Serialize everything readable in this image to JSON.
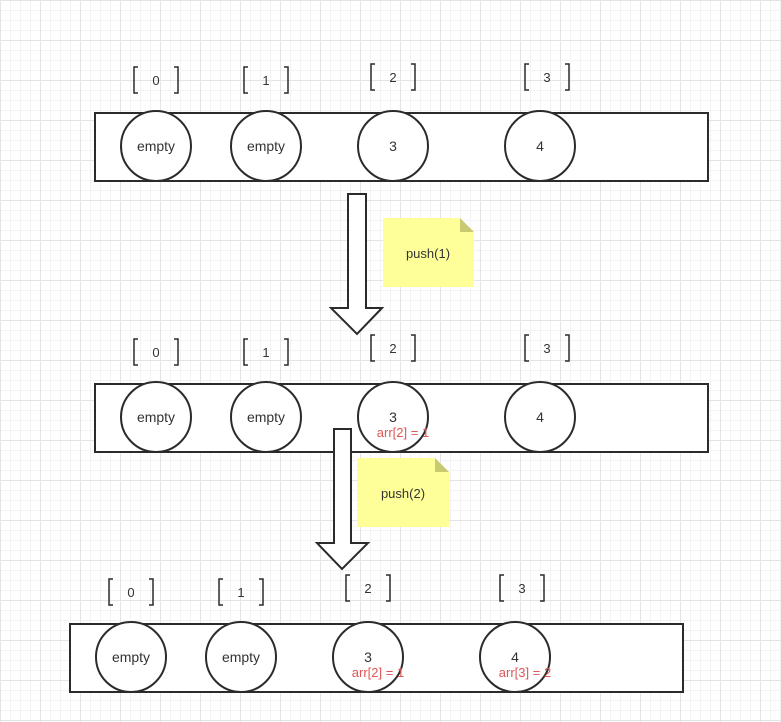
{
  "colors": {
    "stroke": "#2b2b2b",
    "note_fill": "#ffff99",
    "note_fold": "#c9c971",
    "annotation": "#e05555",
    "text": "#333333"
  },
  "arrays": [
    {
      "indices": [
        "0",
        "1",
        "2",
        "3"
      ],
      "cells": [
        {
          "value": "empty",
          "note": ""
        },
        {
          "value": "empty",
          "note": ""
        },
        {
          "value": "3",
          "note": ""
        },
        {
          "value": "4",
          "note": ""
        }
      ]
    },
    {
      "indices": [
        "0",
        "1",
        "2",
        "3"
      ],
      "cells": [
        {
          "value": "empty",
          "note": ""
        },
        {
          "value": "empty",
          "note": ""
        },
        {
          "value": "3",
          "note": "arr[2] = 1"
        },
        {
          "value": "4",
          "note": ""
        }
      ]
    },
    {
      "indices": [
        "0",
        "1",
        "2",
        "3"
      ],
      "cells": [
        {
          "value": "empty",
          "note": ""
        },
        {
          "value": "empty",
          "note": ""
        },
        {
          "value": "3",
          "note": "arr[2] = 1"
        },
        {
          "value": "4",
          "note": "arr[3] = 2"
        }
      ]
    }
  ],
  "operations": [
    {
      "label": "push(1)"
    },
    {
      "label": "push(2)"
    }
  ]
}
